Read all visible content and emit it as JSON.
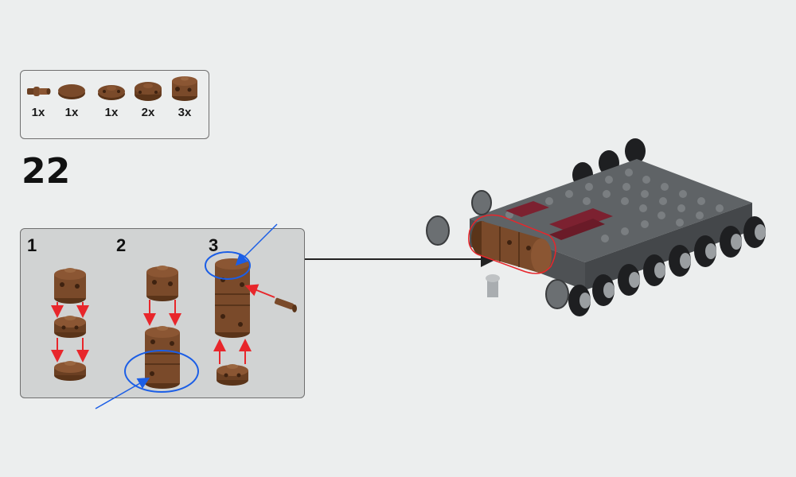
{
  "step": {
    "number": "22"
  },
  "parts": [
    {
      "icon": "axle-pin-icon",
      "qty": "1x"
    },
    {
      "icon": "round-tile-icon",
      "qty": "1x"
    },
    {
      "icon": "round-plate-icon",
      "qty": "1x"
    },
    {
      "icon": "round-plate-holes-icon",
      "qty": "2x"
    },
    {
      "icon": "round-brick-icon",
      "qty": "3x"
    }
  ],
  "substeps": [
    "1",
    "2",
    "3"
  ],
  "colors": {
    "brown": "#7a4a2a",
    "arrow_red": "#e8262b",
    "highlight_blue": "#1b5ee6",
    "panel_gray": "#d1d3d3",
    "chassis_gray": "#6b6f72",
    "dark_red": "#7c2130"
  }
}
